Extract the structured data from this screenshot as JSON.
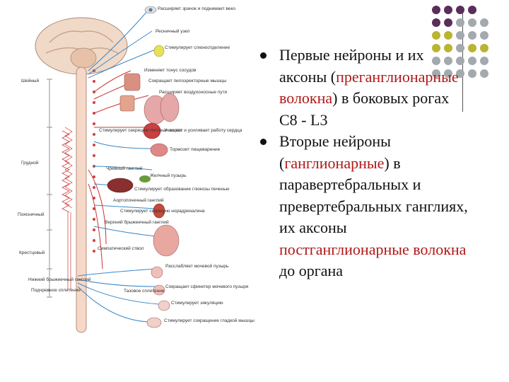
{
  "colors": {
    "purple": "#5a2d5a",
    "olive": "#b9b531",
    "gray": "#a4a9ae",
    "red": "#b01818",
    "nerve_red": "#c33",
    "nerve_blue": "#3a88c8"
  },
  "deco_dots": [
    [
      "purple",
      "purple",
      "purple",
      "purple",
      null,
      null
    ],
    [
      "purple",
      "purple",
      "gray",
      "gray",
      "gray",
      null
    ],
    [
      "olive",
      "olive",
      "gray",
      "gray",
      "gray",
      null
    ],
    [
      "olive",
      "olive",
      "gray",
      "olive",
      "olive",
      null
    ],
    [
      "gray",
      "gray",
      "gray",
      "gray",
      "gray",
      null
    ],
    [
      "gray",
      "gray",
      "gray",
      "gray",
      "gray",
      null
    ]
  ],
  "diagram": {
    "labels": [
      "Расширяет зрачок и поднимает веко",
      "Ресничный узел",
      "Стимулирует слюноотделение",
      "Изменяет тонус сосудов",
      "Сокращает пилоэректорные мышцы",
      "Расширяет воздухоносные пути",
      "Стимулирует секрецию потовых желез",
      "Учащает и усиливает работу сердца",
      "Тормозит пищеварение",
      "Чревный ганглий",
      "Желчный пузырь",
      "Стимулирует образование глюкозы печенью",
      "Аортопочечный ганглий",
      "Стимулирует секрецию норадреналина",
      "Верхний брыжеечный ганглий",
      "Симпатический ствол",
      "Расслабляет мочевой пузырь",
      "Нижний брыжеечный ганглий",
      "Подчревное сплетение",
      "Тазовое сплетение",
      "Сокращает сфинктер мочевого пузыря",
      "Стимулирует эякуляцию",
      "Стимулирует сокращение гладкой мышцы"
    ],
    "regions": [
      "Шейный",
      "Грудной",
      "Поясничный",
      "Крестцовый"
    ]
  },
  "bullets": [
    {
      "parts": [
        {
          "text": "Первые нейроны и их аксоны (",
          "red": false
        },
        {
          "text": "преганглионарные волокна",
          "red": true
        },
        {
          "text": ") в боковых рогах С8 - L3",
          "red": false
        }
      ]
    },
    {
      "parts": [
        {
          "text": "Вторые нейроны (",
          "red": false
        },
        {
          "text": "ганглионарные",
          "red": true
        },
        {
          "text": ") в паравертебральных и превертебральных ганглиях, их аксоны ",
          "red": false
        },
        {
          "text": "постганглионарные волокна",
          "red": true
        },
        {
          "text": " до органа",
          "red": false
        }
      ]
    }
  ]
}
